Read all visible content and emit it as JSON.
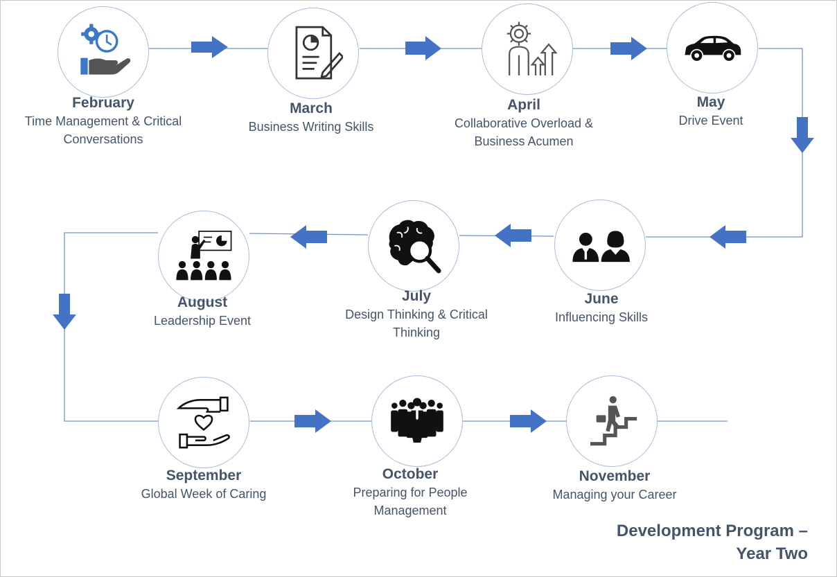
{
  "title": {
    "line1": "Development Program –",
    "line2": "Year Two"
  },
  "steps": [
    {
      "month": "February",
      "desc": "Time Management & Critical Conversations",
      "icon": "gear-clock-hand-icon"
    },
    {
      "month": "March",
      "desc": "Business Writing Skills",
      "icon": "document-pen-icon"
    },
    {
      "month": "April",
      "desc": "Collaborative Overload & Business Acumen",
      "icon": "person-gear-growth-icon"
    },
    {
      "month": "May",
      "desc": "Drive Event",
      "icon": "car-icon"
    },
    {
      "month": "June",
      "desc": "Influencing Skills",
      "icon": "business-people-icon"
    },
    {
      "month": "July",
      "desc": "Design Thinking & Critical Thinking",
      "icon": "brain-magnifier-icon"
    },
    {
      "month": "August",
      "desc": "Leadership Event",
      "icon": "presentation-audience-icon"
    },
    {
      "month": "September",
      "desc": "Global Week of Caring",
      "icon": "hands-heart-icon"
    },
    {
      "month": "October",
      "desc": "Preparing for People Management",
      "icon": "team-group-icon"
    },
    {
      "month": "November",
      "desc": "Managing your Career",
      "icon": "career-stairs-icon"
    }
  ],
  "colors": {
    "arrow": "#4472c4",
    "line": "#6f94cf",
    "circle_border": "#a9bcd9",
    "text": "#44546a",
    "icon_accent": "#3c78c3"
  }
}
